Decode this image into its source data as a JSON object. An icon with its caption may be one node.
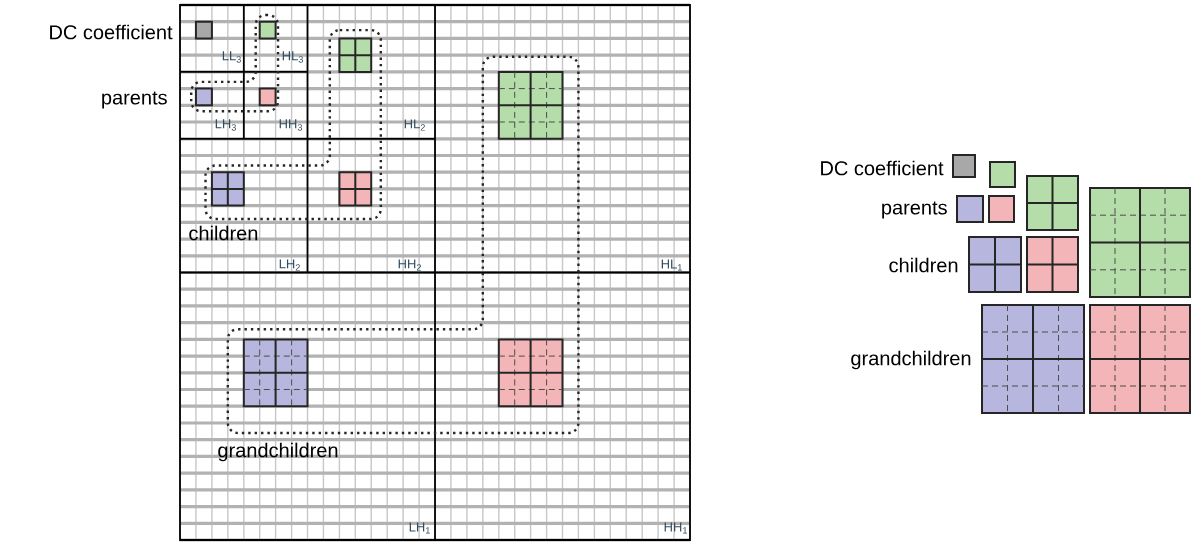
{
  "diagram": {
    "labels": [
      "DC coefficient",
      "LL$_{3}$",
      "HL$_{3}$",
      "parents",
      "LH$_{3}$",
      "HH$_{3}$",
      "HL$_{2}$",
      "children",
      "LH$_{2}$",
      "HH$_{2}$",
      "HL$_{1}$",
      "grandchildren",
      "LH$_{1}$",
      "HH$_{1}$",
      "DC coefficient",
      "parents",
      "children",
      "grandchildren"
    ]
  }
}
